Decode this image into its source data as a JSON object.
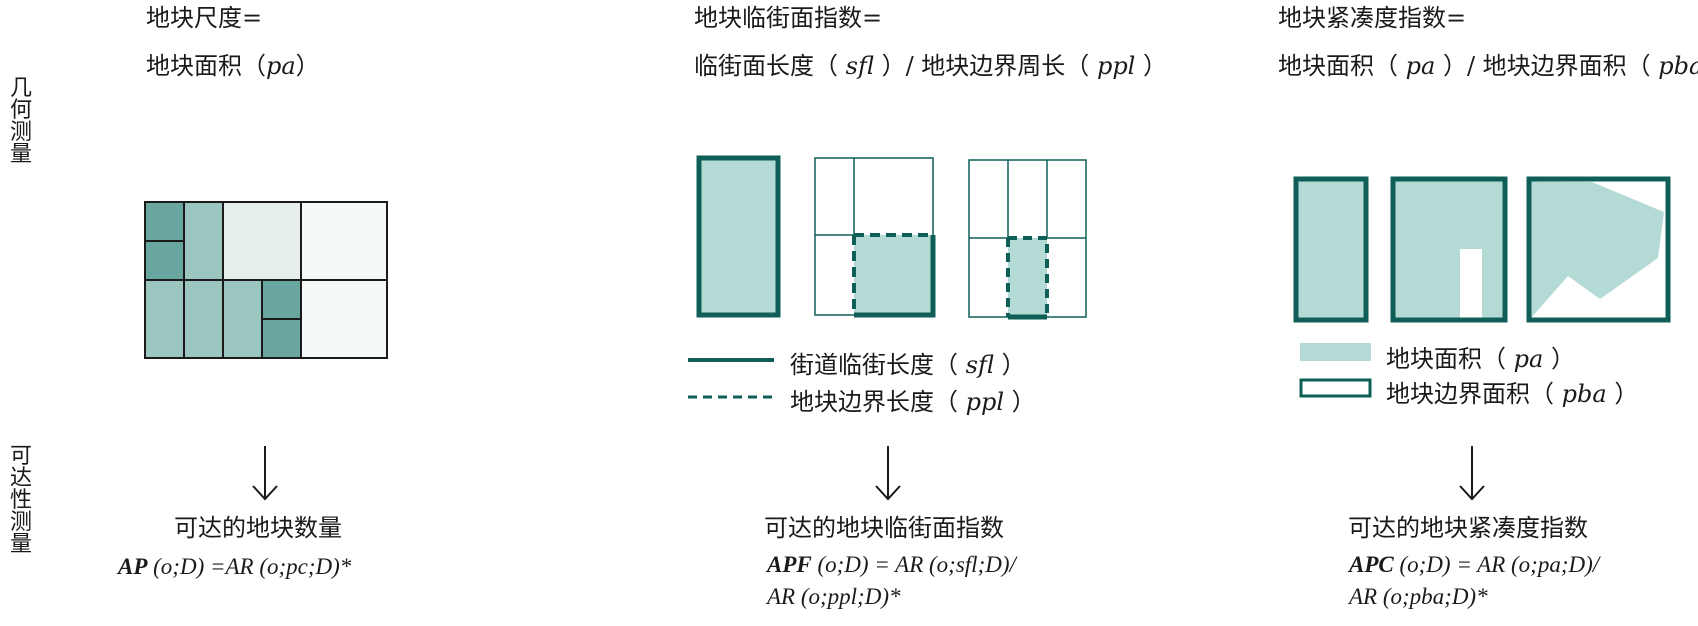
{
  "side_labels": {
    "geometry": [
      "几",
      "何",
      "测",
      "量"
    ],
    "accessibility": [
      "可",
      "达",
      "性",
      "测",
      "量"
    ]
  },
  "col1": {
    "title": "地块尺度=",
    "formula_prefix": "地块面积（",
    "formula_var": "pa",
    "formula_suffix": "）",
    "result_label": "可达的地块数量",
    "result_bold": "AP",
    "result_rest": " (o;D) =AR (o;pc;D)*"
  },
  "col2": {
    "title": "地块临街面指数=",
    "formula_a": "临街面长度（ ",
    "formula_var1": "sfl",
    "formula_b": " ）/ 地块边界周长（ ",
    "formula_var2": "ppl",
    "formula_c": " ）",
    "legend": [
      {
        "prefix": "街道临街长度（ ",
        "var": "sfl",
        "suffix": " ）",
        "style": "solid"
      },
      {
        "prefix": "地块边界长度（ ",
        "var": "ppl",
        "suffix": " ）",
        "style": "dashed"
      }
    ],
    "result_label": "可达的地块临街面指数",
    "result_bold": "APF",
    "result_rest_1": " (o;D) = AR (o;sfl;D)/",
    "result_rest_2": "AR (o;ppl;D)*"
  },
  "col3": {
    "title": "地块紧凑度指数=",
    "formula_a": "地块面积（ ",
    "formula_var1": "pa",
    "formula_b": " ）/ 地块边界面积（ ",
    "formula_var2": "pba",
    "formula_c": " ）",
    "legend": [
      {
        "prefix": "地块面积（ ",
        "var": "pa",
        "suffix": " ）",
        "style": "fill"
      },
      {
        "prefix": "地块边界面积（ ",
        "var": "pba",
        "suffix": " ）",
        "style": "outline"
      }
    ],
    "result_label": "可达的地块紧凑度指数",
    "result_bold": "APC",
    "result_rest_1": " (o;D) = AR (o;pa;D)/",
    "result_rest_2": "AR (o;pba;D)*"
  },
  "colors": {
    "dark_teal": "#0f5f58",
    "mid_teal": "#6aa6a0",
    "light_teal": "#9cc7c1",
    "pale_teal": "#b4dad5",
    "very_pale": "#e6eeee",
    "near_white": "#f6f9f9"
  }
}
